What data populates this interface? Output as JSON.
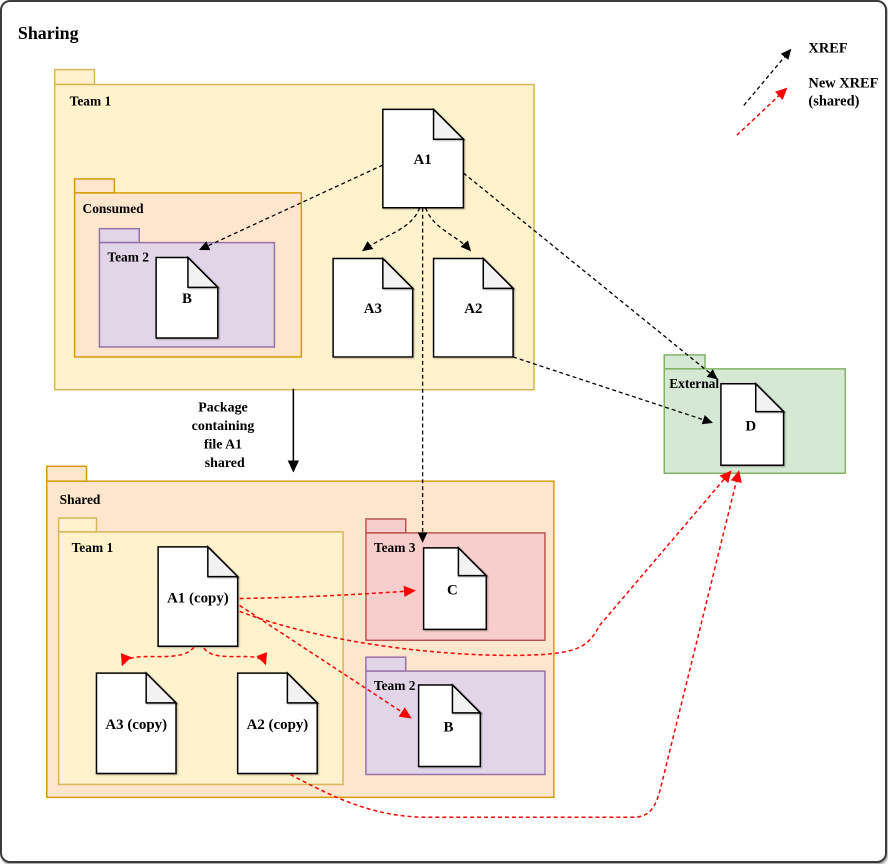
{
  "title": "Sharing",
  "legend": {
    "xref_label": "XREF",
    "new_xref_line1": "New XREF",
    "new_xref_line2": "(shared)"
  },
  "package_note": {
    "lines": [
      "Package",
      "containing",
      "file A1",
      "shared"
    ]
  },
  "folders": {
    "team1_top": "Team 1",
    "consumed": "Consumed",
    "team2_top": "Team 2",
    "shared": "Shared",
    "team1_bottom": "Team 1",
    "team3": "Team 3",
    "team2_bottom": "Team 2",
    "external": "External"
  },
  "documents": {
    "a1": "A1",
    "b_top": "B",
    "a3": "A3",
    "a2": "A2",
    "d": "D",
    "a1_copy": "A1 (copy)",
    "a3_copy": "A3 (copy)",
    "a2_copy": "A2 (copy)",
    "c": "C",
    "b_bottom": "B"
  },
  "colors": {
    "folder_yellow_fill": "#FFF2CC",
    "folder_yellow_stroke": "#D6B656",
    "folder_orange_fill": "#FFE6CC",
    "folder_orange_stroke": "#D79B00",
    "folder_purple_fill": "#E1D5E7",
    "folder_purple_stroke": "#9673A6",
    "folder_pink_fill": "#F8CECC",
    "folder_pink_stroke": "#B85450",
    "folder_green_fill": "#D5E8D4",
    "folder_green_stroke": "#82B366",
    "doc_fill": "#FFFFFF",
    "doc_stroke": "#000000",
    "fold_fill": "#F2F2F2",
    "doc_label": "#5B1414",
    "black": "#000000",
    "red": "#FF0000"
  }
}
